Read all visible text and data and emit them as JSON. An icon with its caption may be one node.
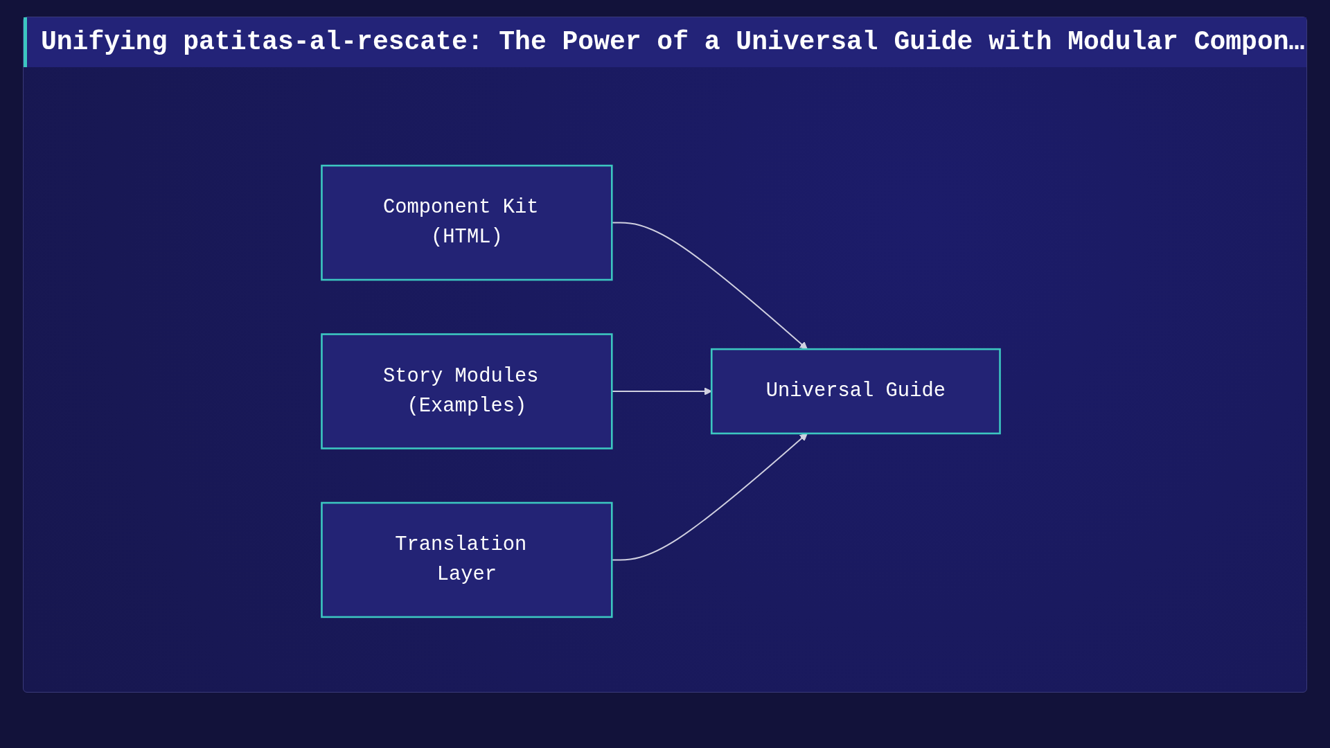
{
  "diagram": {
    "title": "Unifying patitas-al-rescate: The Power of a Universal Guide with Modular Compon…",
    "nodes": [
      {
        "text": [
          "Component Kit (HTML)"
        ]
      },
      {
        "text": [
          "Story Modules (Examples)"
        ]
      },
      {
        "text": [
          "Translation Layer"
        ]
      },
      {
        "text": [
          "Universal Guide"
        ]
      }
    ],
    "edges": [
      {
        "from": 0,
        "to": 3,
        "arrow": "to"
      },
      {
        "from": 1,
        "to": 3,
        "arrow": "to"
      },
      {
        "from": 2,
        "to": 3,
        "arrow": "to"
      }
    ]
  }
}
